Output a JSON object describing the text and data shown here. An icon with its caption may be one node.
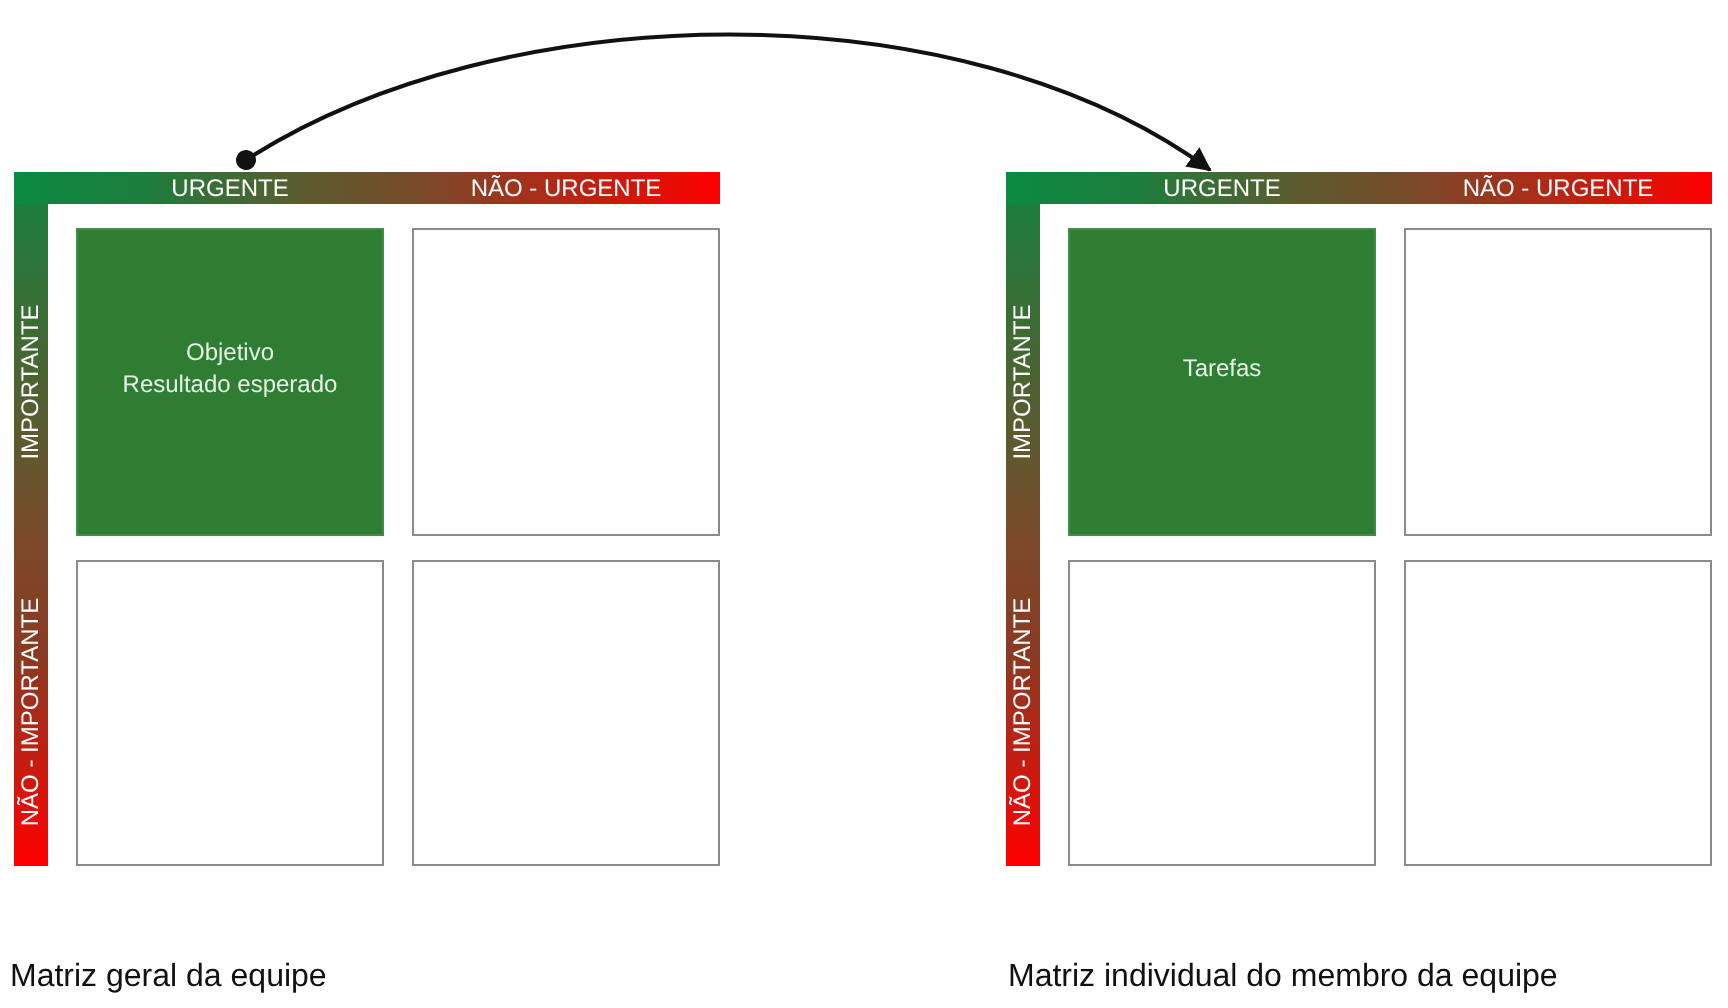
{
  "diagram": {
    "nodes": [
      {
        "text": [
          "URGENTE",
          "NÃO - URGENTE"
        ]
      },
      {
        "text": [
          "IMPORTANTE",
          "NÃO - IMPORTANTE"
        ]
      },
      {
        "text": [
          "Objetivo",
          "Resultado esperado"
        ]
      },
      {
        "text": [],
        "shape": "box"
      },
      {
        "text": [],
        "shape": "box"
      },
      {
        "text": [],
        "shape": "box"
      },
      {
        "text": [
          "URGENTE",
          "NÃO - URGENTE"
        ]
      },
      {
        "text": [
          "IMPORTANTE",
          "NÃO - IMPORTANTE"
        ]
      },
      {
        "text": [
          "Tarefas"
        ]
      },
      {
        "text": [],
        "shape": "box"
      },
      {
        "text": [],
        "shape": "box"
      },
      {
        "text": [],
        "shape": "box"
      }
    ],
    "edges": [
      {
        "from": 0,
        "to": 6,
        "arrow": "to"
      }
    ],
    "labels": [
      "Matriz geral da equipe",
      "Matriz individual do membro da equipe"
    ]
  }
}
